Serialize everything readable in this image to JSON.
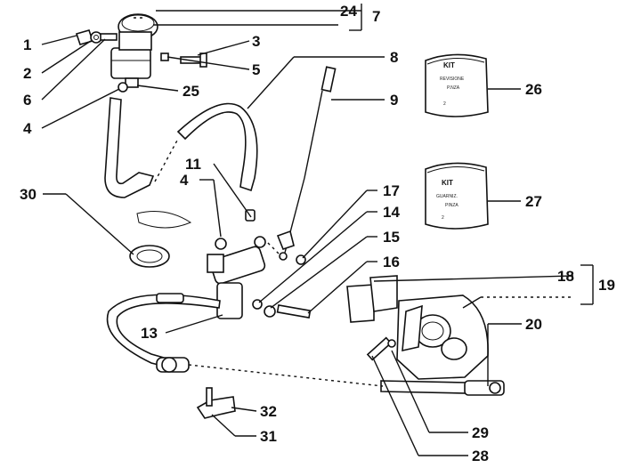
{
  "callouts": {
    "n1": "1",
    "n2": "2",
    "n3": "3",
    "n4a": "4",
    "n4b": "4",
    "n5": "5",
    "n6": "6",
    "n7": "7",
    "n8": "8",
    "n9": "9",
    "n11": "11",
    "n13": "13",
    "n14": "14",
    "n15": "15",
    "n16": "16",
    "n17": "17",
    "n18": "18",
    "n19": "19",
    "n20": "20",
    "n24": "24",
    "n25": "25",
    "n26": "26",
    "n27": "27",
    "n28": "28",
    "n29": "29",
    "n30": "30",
    "n31": "31",
    "n32": "32"
  },
  "kits": {
    "kit1": {
      "title": "KIT",
      "line1": "REVISIONE",
      "line2": "P.NZA",
      "line3": "2"
    },
    "kit2": {
      "title": "KIT",
      "line1": "GUARNIZ.",
      "line2": "PINZA",
      "line3": "2"
    }
  }
}
